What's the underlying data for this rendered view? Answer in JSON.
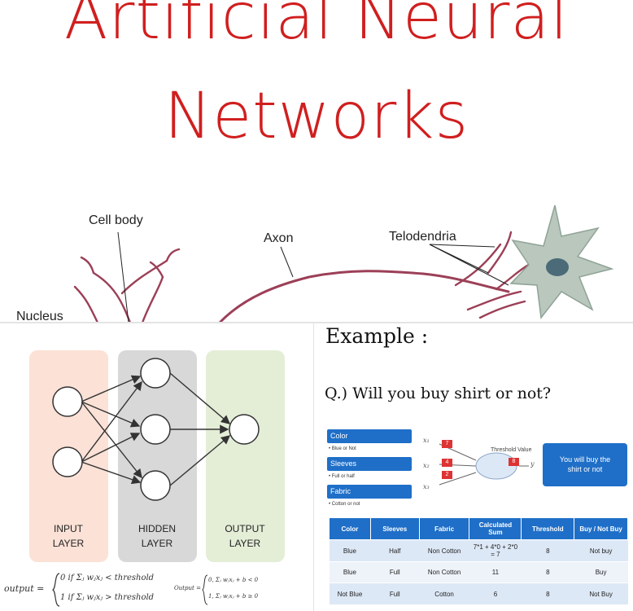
{
  "title": {
    "line1": "Artificial Neural",
    "line2": "Networks"
  },
  "neuron": {
    "labels": {
      "cell_body": "Cell body",
      "axon": "Axon",
      "telodendria": "Telodendria",
      "nucleus": "Nucleus"
    }
  },
  "network": {
    "layers": {
      "input": {
        "line1": "INPUT",
        "line2": "LAYER"
      },
      "hidden": {
        "line1": "HIDDEN",
        "line2": "LAYER"
      },
      "output": {
        "line1": "OUTPUT",
        "line2": "LAYER"
      }
    },
    "colors": {
      "input": "#fbe1d6",
      "hidden": "#d8d8d8",
      "output": "#e4eed7"
    }
  },
  "formula": {
    "lhs": "output =",
    "case1": "0 if Σⱼ wⱼxⱼ < threshold",
    "case2": "1 if Σⱼ wⱼxⱼ > threshold",
    "lhs2": "Output =",
    "case3": "0,   Σⱼ wⱼxⱼ + b < 0",
    "case4": "1,   Σⱼ wⱼxⱼ + b ≥ 0"
  },
  "example": {
    "title": "Example :",
    "question": "Q.) Will you buy shirt or not?",
    "features": [
      {
        "label": "Color",
        "note": "• Blue or Not"
      },
      {
        "label": "Sleeves",
        "note": "• Full or half"
      },
      {
        "label": "Fabric",
        "note": "• Cotton or not"
      }
    ],
    "weights": [
      "7",
      "4",
      "2"
    ],
    "threshold_label": "Threshold Value",
    "threshold_value": "8",
    "x_labels": [
      "x₁",
      "x₂",
      "x₃"
    ],
    "y_label": "y",
    "result": {
      "line1": "You will buy the",
      "line2": "shirt or not"
    },
    "accent": "#1f6fc8",
    "badge_color": "#d33333"
  },
  "table": {
    "headers": [
      "Color",
      "Sleeves",
      "Fabric",
      "Calculated Sum",
      "Threshold",
      "Buy / Not Buy"
    ],
    "rows": [
      [
        "Blue",
        "Half",
        "Non Cotton",
        "7*1 + 4*0 + 2*0 = 7",
        "8",
        "Not buy"
      ],
      [
        "Blue",
        "Full",
        "Non Cotton",
        "11",
        "8",
        "Buy"
      ],
      [
        "Not Blue",
        "Full",
        "Cotton",
        "6",
        "8",
        "Not Buy"
      ]
    ]
  }
}
